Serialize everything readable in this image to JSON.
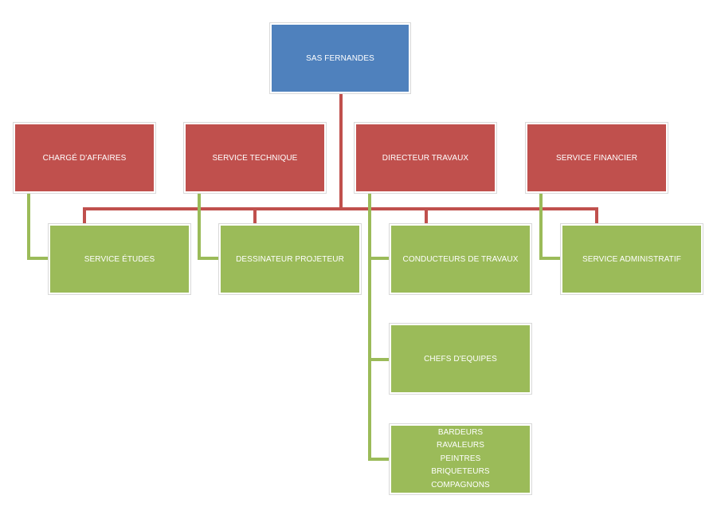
{
  "org": {
    "root": "SAS FERNANDES",
    "managers": [
      "CHARGÉ D'AFFAIRES",
      "SERVICE TECHNIQUE",
      "DIRECTEUR TRAVAUX",
      "SERVICE FINANCIER"
    ],
    "teams": [
      "SERVICE ÉTUDES",
      "DESSINATEUR PROJETEUR",
      "CONDUCTEURS DE TRAVAUX",
      "SERVICE ADMINISTRATIF",
      "CHEFS D'EQUIPES"
    ],
    "trades": [
      "BARDEURS",
      "RAVALEURS",
      "PEINTRES",
      "BRIQUETEURS",
      "COMPAGNONS"
    ]
  },
  "colors": {
    "root": "#4f81bd",
    "manager": "#c0504d",
    "team": "#9bbb59",
    "connector_red": "#c0504d",
    "connector_green": "#9bbb59"
  }
}
